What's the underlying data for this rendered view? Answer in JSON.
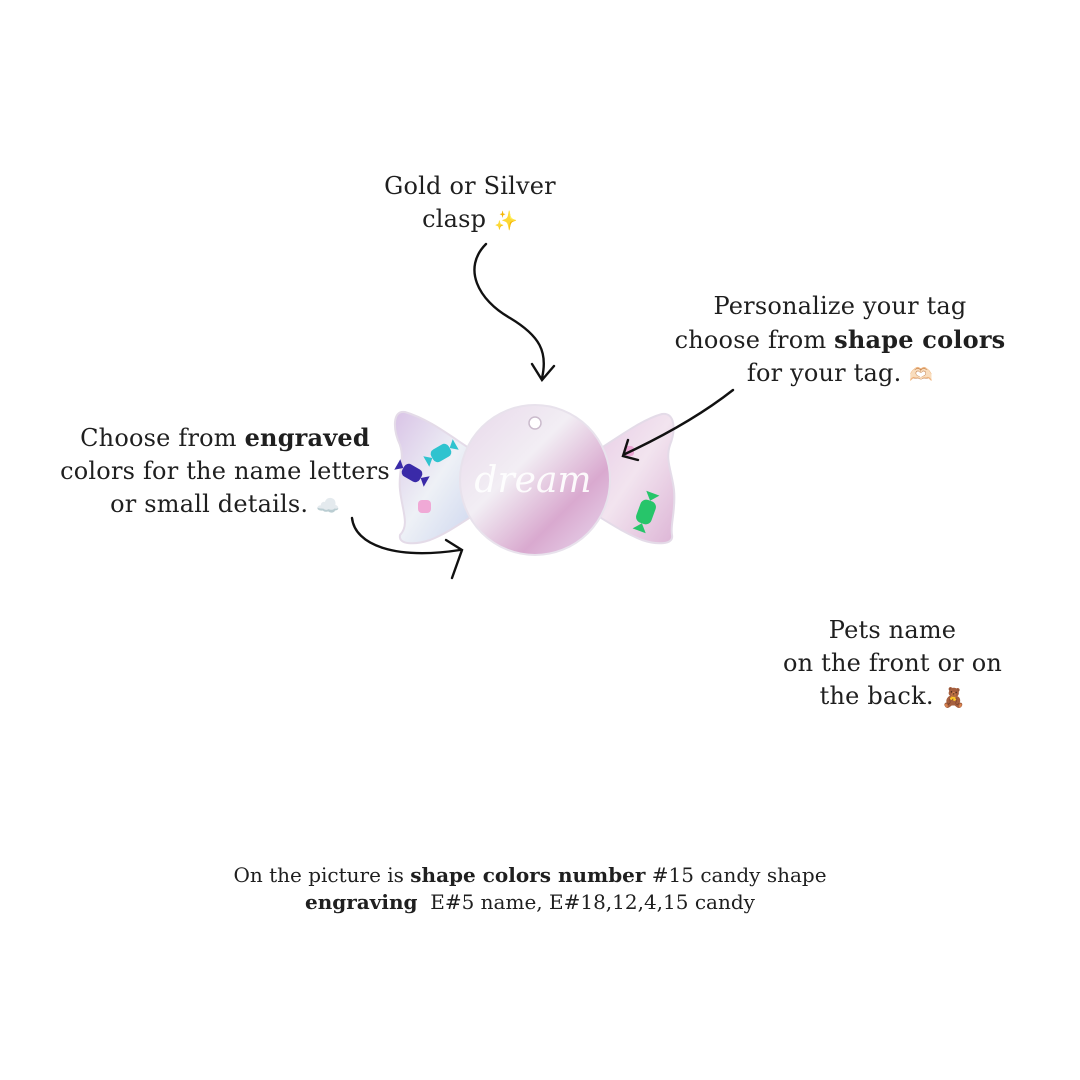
{
  "annotations": {
    "clasp": {
      "line1": "Gold or Silver",
      "line2": "clasp",
      "emoji": "✨"
    },
    "shape": {
      "line1": "Personalize your tag",
      "line2_prefix": "choose from ",
      "line2_bold": "shape colors",
      "line3": "for your tag.",
      "emoji": "🫶🏻"
    },
    "engraved": {
      "line1_prefix": "Choose from ",
      "line1_bold": "engraved",
      "line2": "colors for the name letters",
      "line3": "or small details.",
      "emoji": "☁️"
    },
    "pets": {
      "line1": "Pets name",
      "line2": "on the front or on",
      "line3": "the back.",
      "emoji": "🧸"
    }
  },
  "tag": {
    "engraved_name": "dream",
    "shape": "candy",
    "colors": {
      "body_light": "#f1ecf3",
      "body_pink": "#d9a9cf",
      "body_blue": "#c9d3ee",
      "engraving": "#ffffff",
      "candy_blue": "#3a2aa8",
      "candy_cyan": "#2fc3cf",
      "candy_green": "#27c56a",
      "candy_pink": "#f0a9d6"
    }
  },
  "footer": {
    "line1_prefix": "On the picture is ",
    "line1_bold": "shape colors number",
    "line1_suffix": " #15 candy shape",
    "line2_bold": "engraving",
    "line2_suffix": "  E#5 name, E#18,12,4,15 candy"
  },
  "icons": [
    "arrow-clasp-icon",
    "arrow-shape-icon",
    "arrow-engraved-icon",
    "sparkles-icon",
    "heart-hands-icon",
    "cloud-icon",
    "teddy-bear-icon"
  ]
}
